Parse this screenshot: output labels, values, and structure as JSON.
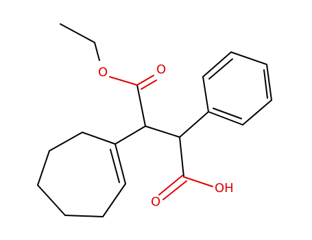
{
  "molecule": {
    "atoms": {
      "ester_o": "O",
      "carbonyl_o_ester": "O",
      "carbonyl_o_acid": "O",
      "hydroxyl": "OH"
    },
    "colors": {
      "bond": "#000000",
      "heteroatom": "#e00000",
      "background": "#ffffff"
    }
  }
}
